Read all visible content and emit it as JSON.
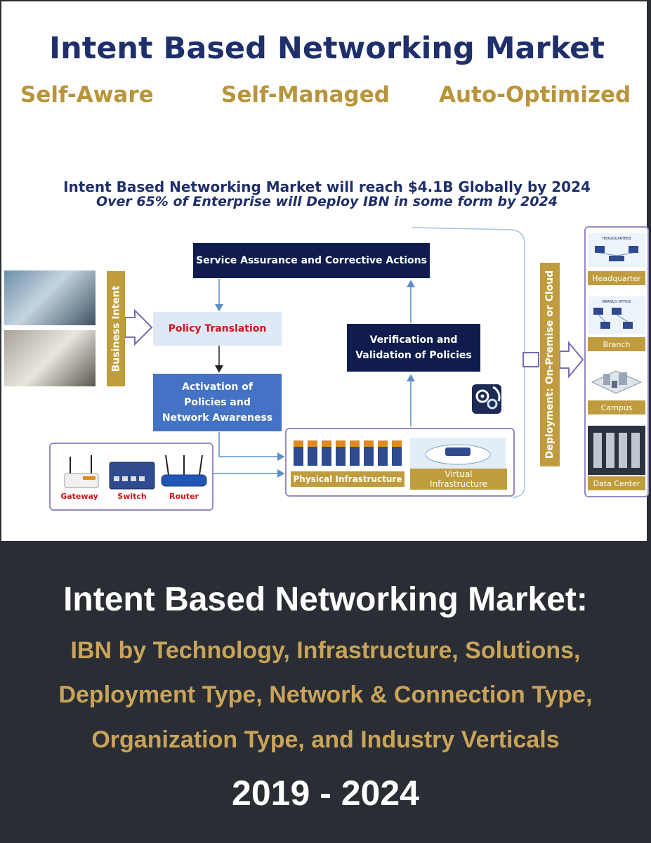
{
  "header": {
    "title": "Intent Based Networking Market",
    "attributes": [
      "Self-Aware",
      "Self-Managed",
      "Auto-Optimized"
    ],
    "headline": "Intent Based Networking Market will reach $4.1B Globally by 2024",
    "subheadline": "Over 65% of Enterprise will Deploy IBN in some form by 2024"
  },
  "diagram": {
    "business_intent": "Business Intent",
    "service_assurance": "Service Assurance and Corrective Actions",
    "policy_translation": "Policy Translation",
    "activation": "Activation  of Policies and Network Awareness",
    "verification": "Verification and Validation of Policies",
    "physical_infrastructure": "Physical Infrastructure",
    "virtual_infrastructure": "Virtual Infrastructure",
    "devices": [
      "Gateway",
      "Switch",
      "Router"
    ],
    "deployment": "Deployment: On-Premise or Cloud",
    "sites": [
      "Headquarter",
      "Branch",
      "Campus",
      "Data Center"
    ],
    "site_tags": [
      "HEADQUARTERS",
      "BRANCH OFFICE"
    ]
  },
  "footer": {
    "title": "Intent Based Networking Market:",
    "subtitle_lines": [
      "IBN by Technology, Infrastructure, Solutions,",
      "Deployment Type, Network & Connection Type,",
      "Organization Type, and Industry Verticals"
    ],
    "years": "2019 - 2024"
  },
  "colors": {
    "navy": "#1f2f6b",
    "gold": "#bf9c3e",
    "blue": "#4472c4",
    "dark": "#2a2d34",
    "red": "#d0121b"
  }
}
